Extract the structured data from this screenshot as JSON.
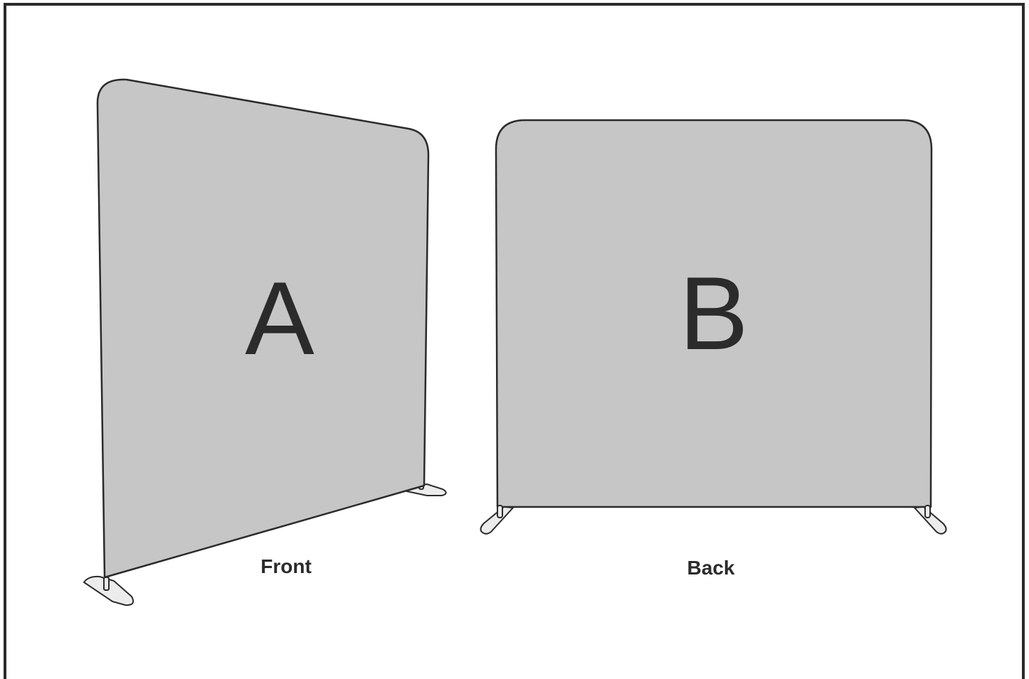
{
  "colors": {
    "border": "#2b2b2b",
    "fabric": "#c6c6c6",
    "feet": "#ececec",
    "outline": "#2b2b2b",
    "background": "#ffffff"
  },
  "front_panel": {
    "letter": "A",
    "caption": "Front"
  },
  "back_panel": {
    "letter": "B",
    "caption": "Back"
  }
}
